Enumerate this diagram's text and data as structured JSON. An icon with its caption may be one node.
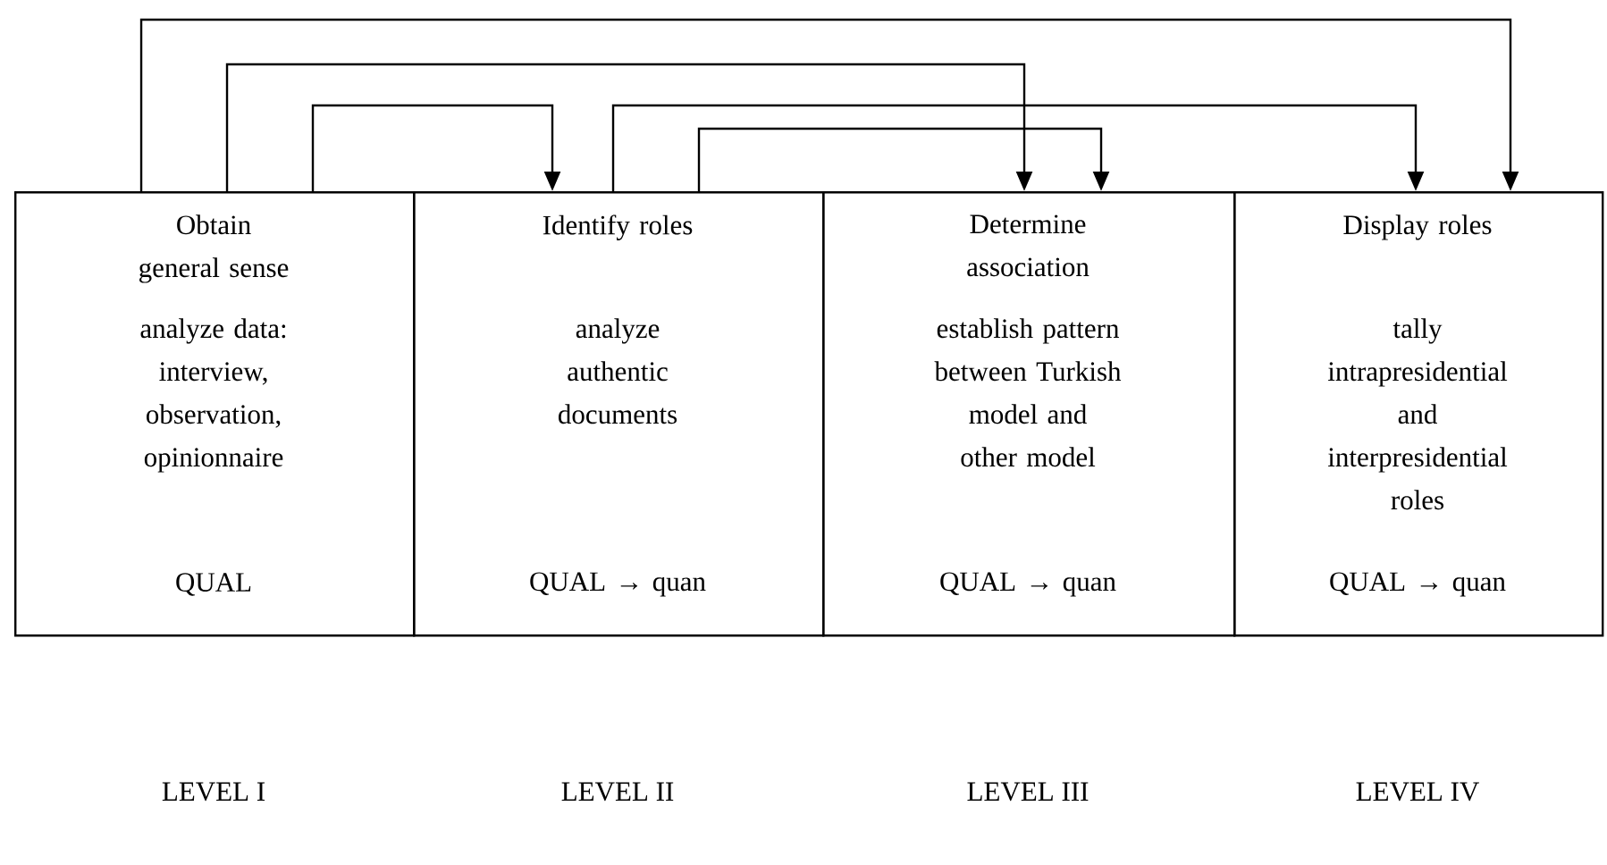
{
  "diagram": {
    "nodes": [
      {
        "text": [
          "Obtain general sense",
          "analyze data: interview, observation, opinionnaire",
          "QUAL"
        ]
      },
      {
        "text": [
          "Identify roles",
          "analyze authentic documents",
          "QUAL → quan"
        ]
      },
      {
        "text": [
          "Determine association",
          "establish pattern between Turkish model and other model",
          "QUAL → quan"
        ]
      },
      {
        "text": [
          "Display roles",
          "tally intrapresidential and interpresidential roles",
          "QUAL → quan"
        ]
      }
    ],
    "edges": [
      {
        "from": 0,
        "to": 3,
        "arrow": "to"
      },
      {
        "from": 0,
        "to": 2,
        "arrow": "to"
      },
      {
        "from": 0,
        "to": 1,
        "arrow": "to"
      },
      {
        "from": 1,
        "to": 3,
        "arrow": "to"
      },
      {
        "from": 1,
        "to": 2,
        "arrow": "to"
      }
    ],
    "labels": [
      "LEVEL I",
      "LEVEL II",
      "LEVEL III",
      "LEVEL IV"
    ]
  }
}
